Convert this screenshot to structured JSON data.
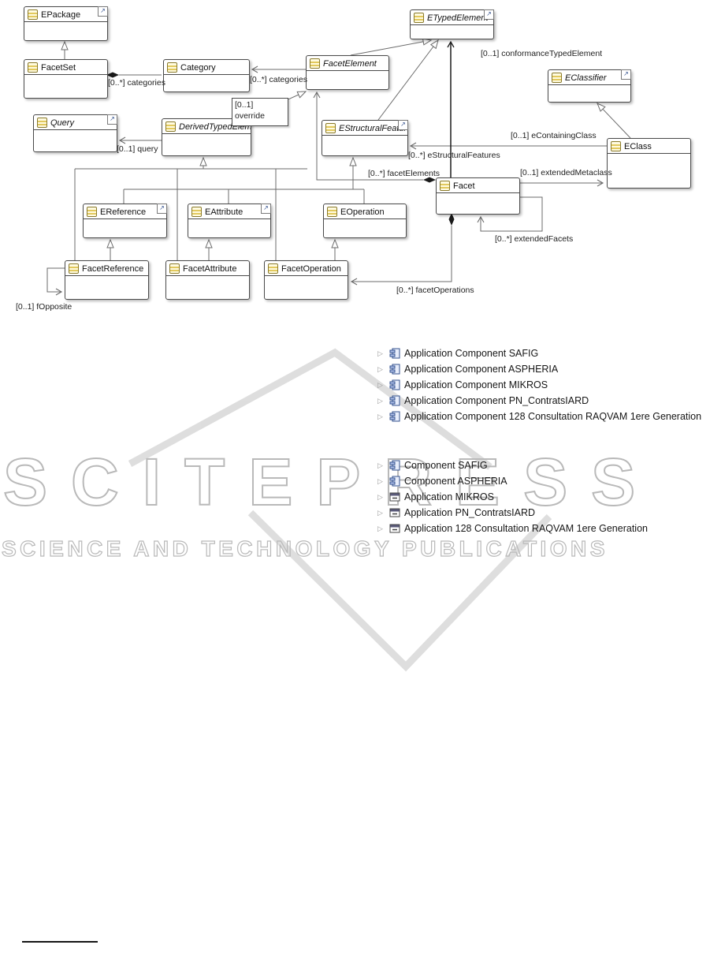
{
  "diagram": {
    "nodes": {
      "epackage": "EPackage",
      "etypedelement": "ETypedElement",
      "facetset": "FacetSet",
      "category": "Category",
      "facetelement": "FacetElement",
      "eclassifier": "EClassifier",
      "query": "Query",
      "derivedtypedelement": "DerivedTypedElement",
      "estructuralfeature": "EStructuralFeature",
      "eclass": "EClass",
      "facet": "Facet",
      "ereference": "EReference",
      "eattribute": "EAttribute",
      "eoperation": "EOperation",
      "facetreference": "FacetReference",
      "facetattribute": "FacetAttribute",
      "facetoperation": "FacetOperation"
    },
    "labels": {
      "categories1": "[0..*] categories",
      "categories2": "[0..*] categories",
      "conformance": "[0..1] conformanceTypedElement",
      "override": "[0..1] override",
      "query": "[0..1] query",
      "econtainingclass": "[0..1] eContainingClass",
      "estructuralfeatures": "[0..*] eStructuralFeatures",
      "facetelements": "[0..*] facetElements",
      "extendedmetaclass": "[0..1] extendedMetaclass",
      "extendedfacets": "[0..*] extendedFacets",
      "facetoperations": "[0..*] facetOperations",
      "fopposite": "[0..1] fOpposite"
    }
  },
  "tree_top": {
    "items": [
      {
        "label": "Application Component SAFIG",
        "icon": "component"
      },
      {
        "label": "Application Component ASPHERIA",
        "icon": "component"
      },
      {
        "label": "Application Component MIKROS",
        "icon": "component"
      },
      {
        "label": "Application Component PN_ContratsIARD",
        "icon": "component"
      },
      {
        "label": "Application Component 128 Consultation RAQVAM 1ere Generation",
        "icon": "component"
      }
    ]
  },
  "tree_bottom": {
    "items": [
      {
        "label": "Component SAFIG",
        "icon": "component"
      },
      {
        "label": "Component ASPHERIA",
        "icon": "component"
      },
      {
        "label": "Application MIKROS",
        "icon": "application"
      },
      {
        "label": "Application PN_ContratsIARD",
        "icon": "application"
      },
      {
        "label": "Application 128 Consultation RAQVAM 1ere Generation",
        "icon": "application"
      }
    ]
  },
  "watermark": {
    "title": "SCITEPRESS",
    "subtitle": "SCIENCE AND TECHNOLOGY PUBLICATIONS"
  }
}
